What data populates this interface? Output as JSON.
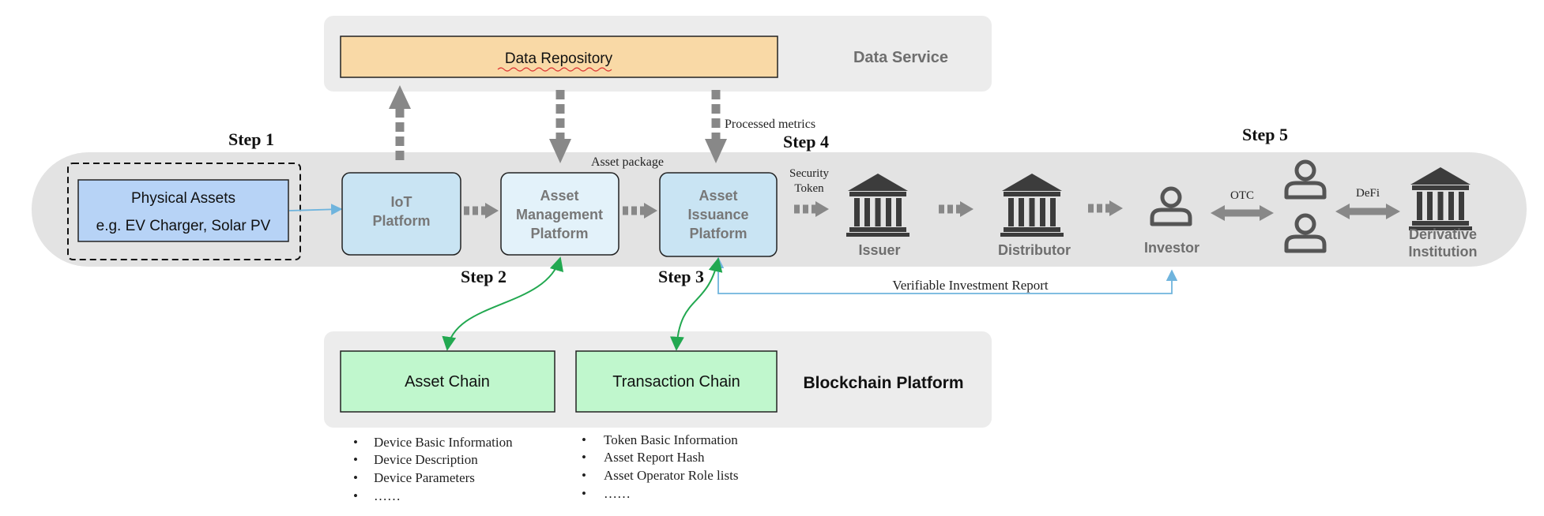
{
  "data_service": {
    "repository_label": "Data Repository",
    "section_label": "Data Service"
  },
  "steps": {
    "step1": "Step 1",
    "step2": "Step 2",
    "step3": "Step 3",
    "step4": "Step 4",
    "step5": "Step 5"
  },
  "physical_assets": {
    "title": "Physical Assets",
    "subtitle": "e.g. EV Charger, Solar PV"
  },
  "platforms": {
    "iot": [
      "IoT",
      "Platform"
    ],
    "asset_management": [
      "Asset",
      "Management",
      "Platform"
    ],
    "asset_issuance": [
      "Asset",
      "Issuance",
      "Platform"
    ]
  },
  "flow_labels": {
    "processed_metrics": "Processed metrics",
    "asset_package": "Asset package",
    "security_token": [
      "Security",
      "Token"
    ],
    "otc": "OTC",
    "defi": "DeFi",
    "verifiable_report": "Verifiable Investment Report"
  },
  "actors": {
    "issuer": "Issuer",
    "distributor": "Distributor",
    "investor": "Investor",
    "derivative_institution": [
      "Derivative",
      "Institution"
    ]
  },
  "blockchain": {
    "asset_chain": "Asset Chain",
    "transaction_chain": "Transaction Chain",
    "section_label": "Blockchain Platform",
    "asset_chain_items": [
      "Device Basic Information",
      "Device Description",
      "Device Parameters",
      "……"
    ],
    "transaction_chain_items": [
      "Token Basic Information",
      "Asset Report Hash",
      "Asset Operator Role lists",
      "……"
    ]
  },
  "colors": {
    "repository_fill": "#f9d9a6",
    "physical_fill": "#b7d3f6",
    "platform_fill": "#c9e4f3",
    "platform_light_fill": "#e3f2fa",
    "chain_fill": "#c0f7cd",
    "panel_gray": "#ececec",
    "band_gray": "#e3e3e3",
    "arrow_gray": "#888888",
    "icon_dark": "#3c3c3c",
    "green_link": "#22a850",
    "blue_link": "#6fb4dd"
  },
  "icons": {
    "bank": "bank-icon",
    "person": "person-icon"
  }
}
